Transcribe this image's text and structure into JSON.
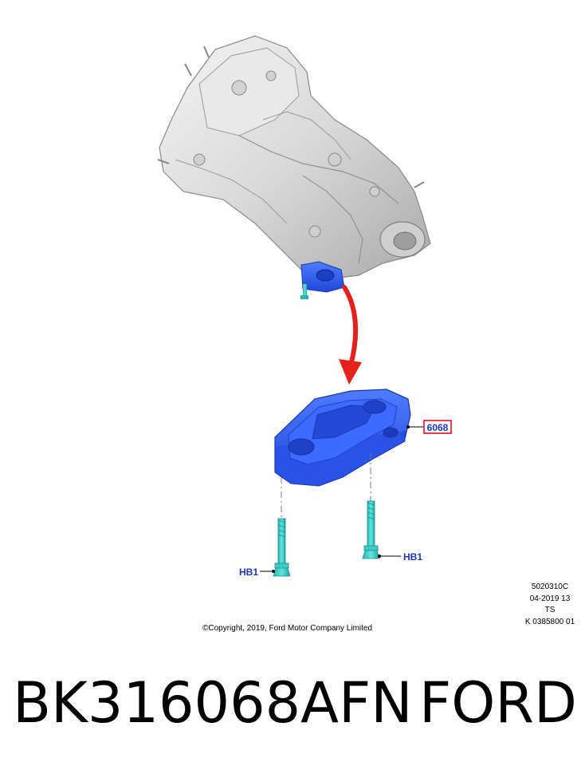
{
  "callouts": {
    "part_label": "6068",
    "bolt_label_left": "HB1",
    "bolt_label_right": "HB1"
  },
  "copyright": "©Copyright, 2019, Ford Motor Company Limited",
  "reference": {
    "line1": "5020310C",
    "line2": "04-2019 13",
    "line3": "TS",
    "line4": "K 0385800 01"
  },
  "caption": {
    "part_number": "BK316068AFN",
    "brand": "FORD"
  },
  "colors": {
    "mount_blue": "#2f5ff0",
    "bolt_cyan": "#35d3cf",
    "arrow_red": "#e5211c",
    "label_blue": "#1f35b8",
    "highlight_red": "#e0001a"
  }
}
